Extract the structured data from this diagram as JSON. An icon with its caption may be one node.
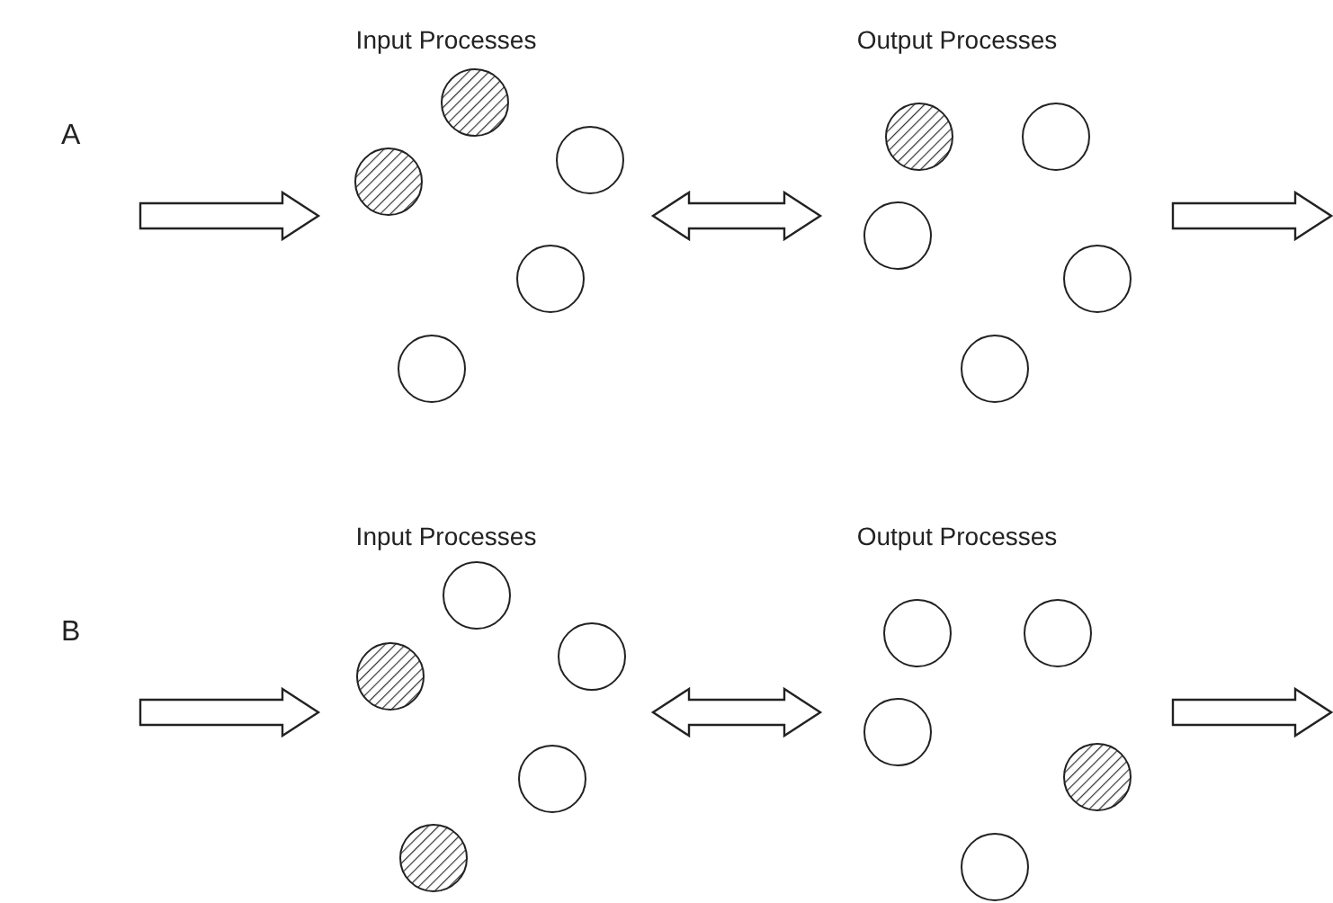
{
  "diagram": {
    "nodes": [
      {
        "text": [
          "Input Processes"
        ]
      },
      {
        "text": [],
        "shape": "hatched-circle",
        "in": 0
      },
      {
        "text": [],
        "shape": "circle",
        "in": 0
      },
      {
        "text": [],
        "shape": "hatched-circle",
        "in": 0
      },
      {
        "text": [],
        "shape": "circle",
        "in": 0
      },
      {
        "text": [],
        "shape": "circle",
        "in": 0
      },
      {
        "text": [
          "Output Processes"
        ]
      },
      {
        "text": [],
        "shape": "hatched-circle",
        "in": 6
      },
      {
        "text": [],
        "shape": "circle",
        "in": 6
      },
      {
        "text": [],
        "shape": "circle",
        "in": 6
      },
      {
        "text": [],
        "shape": "circle",
        "in": 6
      },
      {
        "text": [],
        "shape": "circle",
        "in": 6
      },
      {
        "text": [
          "Input Processes"
        ]
      },
      {
        "text": [],
        "shape": "circle",
        "in": 12
      },
      {
        "text": [],
        "shape": "circle",
        "in": 12
      },
      {
        "text": [],
        "shape": "hatched-circle",
        "in": 12
      },
      {
        "text": [],
        "shape": "circle",
        "in": 12
      },
      {
        "text": [],
        "shape": "hatched-circle",
        "in": 12
      },
      {
        "text": [
          "Output Processes"
        ]
      },
      {
        "text": [],
        "shape": "circle",
        "in": 18
      },
      {
        "text": [],
        "shape": "circle",
        "in": 18
      },
      {
        "text": [],
        "shape": "circle",
        "in": 18
      },
      {
        "text": [],
        "shape": "hatched-circle",
        "in": 18
      },
      {
        "text": [],
        "shape": "circle",
        "in": 18
      }
    ],
    "edges": [
      {
        "from": null,
        "to": 0,
        "arrow": "to"
      },
      {
        "from": 0,
        "to": 6,
        "arrow": "both"
      },
      {
        "from": 6,
        "to": null,
        "arrow": "to"
      },
      {
        "from": null,
        "to": 12,
        "arrow": "to"
      },
      {
        "from": 12,
        "to": 18,
        "arrow": "both"
      },
      {
        "from": 18,
        "to": null,
        "arrow": "to"
      }
    ],
    "labels": [
      "A",
      "B"
    ]
  }
}
